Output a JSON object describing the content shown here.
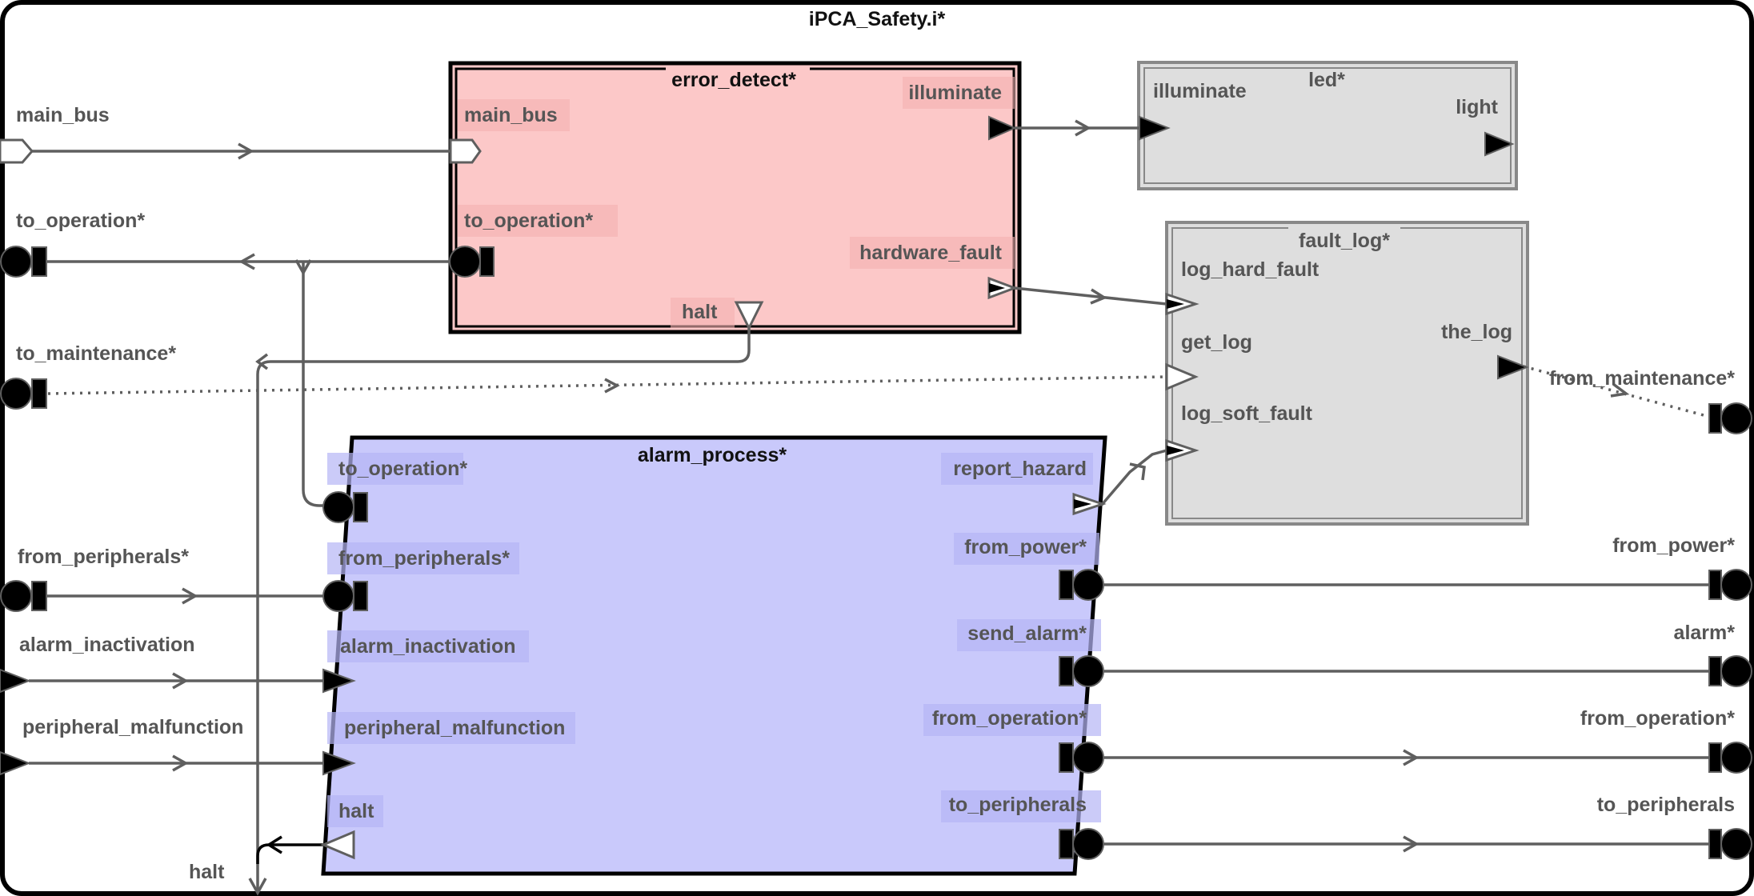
{
  "diagram": {
    "title": "iPCA_Safety.i*",
    "colors": {
      "error_detect_fill": "#fcc8c8",
      "led_fill": "#dedede",
      "fault_log_fill": "#dedede",
      "alarm_process_fill": "#c9c9fb",
      "connection": "#5f5f5f",
      "label": "#555555"
    },
    "outer_ports": {
      "main_bus": "main_bus",
      "to_operation": "to_operation*",
      "to_maintenance": "to_maintenance*",
      "from_peripherals": "from_peripherals*",
      "alarm_inactivation": "alarm_inactivation",
      "peripheral_malfunction": "peripheral_malfunction",
      "halt": "halt",
      "from_maintenance": "from_maintenance*",
      "from_power": "from_power*",
      "alarm": "alarm*",
      "from_operation": "from_operation*",
      "to_peripherals": "to_peripherals"
    },
    "error_detect": {
      "title": "error_detect*",
      "main_bus": "main_bus",
      "to_operation": "to_operation*",
      "halt": "halt",
      "illuminate": "illuminate",
      "hardware_fault": "hardware_fault"
    },
    "led": {
      "title": "led*",
      "illuminate": "illuminate",
      "light": "light"
    },
    "fault_log": {
      "title": "fault_log*",
      "log_hard_fault": "log_hard_fault",
      "get_log": "get_log",
      "log_soft_fault": "log_soft_fault",
      "the_log": "the_log"
    },
    "alarm_process": {
      "title": "alarm_process*",
      "to_operation": "to_operation*",
      "from_peripherals": "from_peripherals*",
      "alarm_inactivation": "alarm_inactivation",
      "peripheral_malfunction": "peripheral_malfunction",
      "halt": "halt",
      "report_hazard": "report_hazard",
      "from_power": "from_power*",
      "send_alarm": "send_alarm*",
      "from_operation": "from_operation*",
      "to_peripherals": "to_peripherals"
    }
  }
}
